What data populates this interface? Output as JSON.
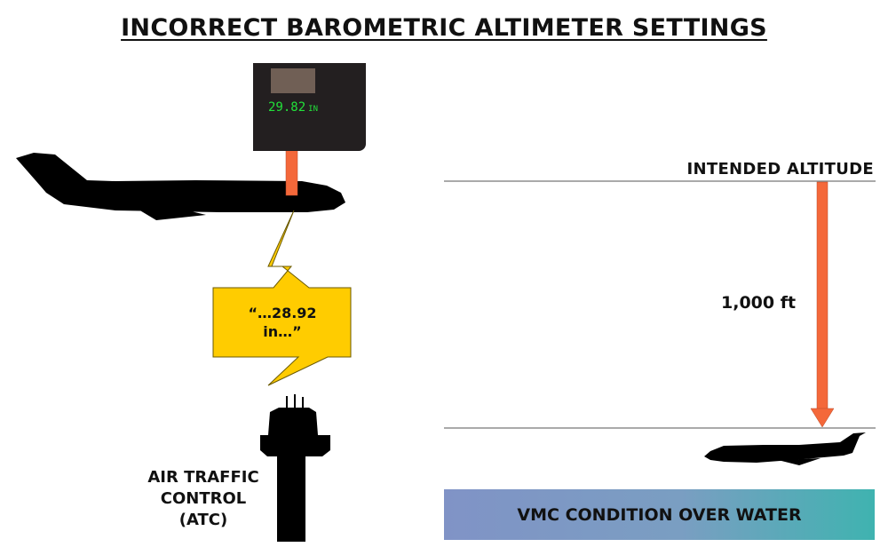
{
  "title": "INCORRECT BAROMETRIC ALTIMETER SETTINGS",
  "altimeter": {
    "value": "29.82",
    "unit": "IN"
  },
  "radio_callout": {
    "line1": "“…28.92",
    "line2": "in…”"
  },
  "atc_label": {
    "line1": "AIR TRAFFIC",
    "line2": "CONTROL",
    "line3": "(ATC)"
  },
  "intended_altitude_label": "INTENDED ALTITUDE",
  "altitude_difference_label": "1,000 ft",
  "condition_banner": "VMC CONDITION OVER WATER",
  "colors": {
    "arrow": "#f4683a",
    "lightning": "#ffcc00",
    "display_text": "#22e03a",
    "silhouette": "#000000",
    "banner_start": "#8093c6",
    "banner_end": "#3fb3b0"
  },
  "icons": [
    "aircraft-silhouette-icon",
    "control-tower-icon",
    "lightning-bolt-icon"
  ]
}
